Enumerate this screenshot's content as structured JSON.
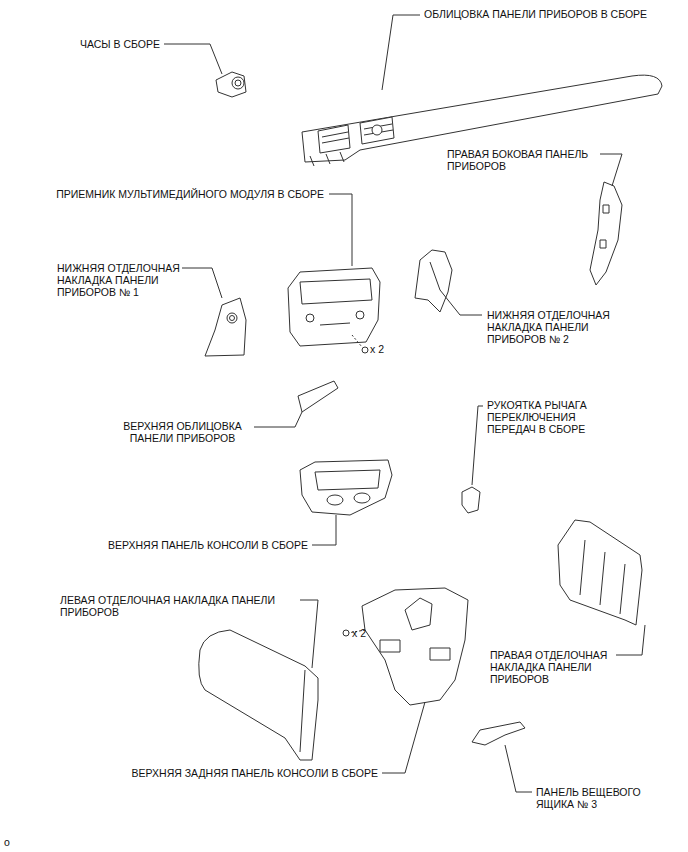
{
  "diagram": {
    "labels": [
      "ОБЛИЦОВКА ПАНЕЛИ ПРИБОРОВ В СБОРЕ",
      "ЧАСЫ В СБОРЕ",
      "ПРАВАЯ БОКОВАЯ ПАНЕЛЬ ПРИБОРОВ",
      "ПРИЕМНИК МУЛЬТИМЕДИЙНОГО МОДУЛЯ В СБОРЕ",
      "НИЖНЯЯ ОТДЕЛОЧНАЯ НАКЛАДКА ПАНЕЛИ ПРИБОРОВ № 1",
      "x 2",
      "НИЖНЯЯ ОТДЕЛОЧНАЯ НАКЛАДКА ПАНЕЛИ ПРИБОРОВ № 2",
      "ВЕРХНЯЯ ОБЛИЦОВКА ПАНЕЛИ ПРИБОРОВ",
      "РУКОЯТКА РЫЧАГА ПЕРЕКЛЮЧЕНИЯ ПЕРЕДАЧ В СБОРЕ",
      "ВЕРХНЯЯ ПАНЕЛЬ КОНСОЛИ В СБОРЕ",
      "ЛЕВАЯ ОТДЕЛОЧНАЯ НАКЛАДКА ПАНЕЛИ ПРИБОРОВ",
      "x 2",
      "ПРАВАЯ ОТДЕЛОЧНАЯ НАКЛАДКА ПАНЕЛИ ПРИБОРОВ",
      "ВЕРХНЯЯ ЗАДНЯЯ ПАНЕЛЬ КОНСОЛИ В СБОРЕ",
      "ПАНЕЛЬ ВЕЩЕВОГО ЯЩИКА № 3",
      "o"
    ]
  }
}
